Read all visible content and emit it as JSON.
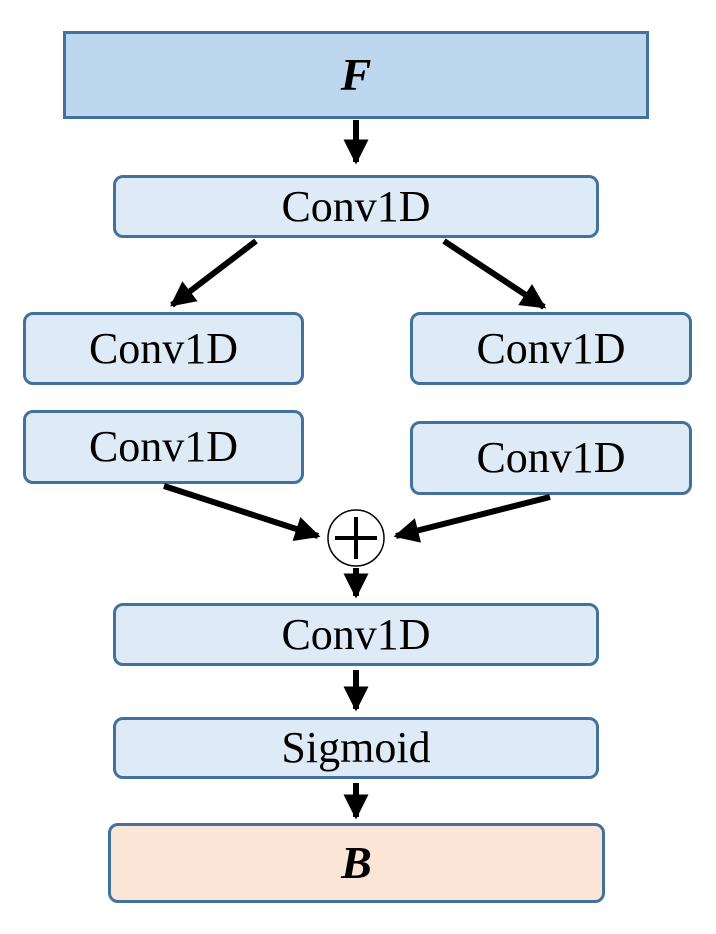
{
  "diagram": {
    "input_label": "F",
    "output_label": "B",
    "nodes": {
      "conv_top": "Conv1D",
      "conv_left_1": "Conv1D",
      "conv_right_1": "Conv1D",
      "conv_left_2": "Conv1D",
      "conv_right_2": "Conv1D",
      "conv_merge": "Conv1D",
      "sigmoid": "Sigmoid"
    },
    "operator": "sum",
    "colors": {
      "input_fill": "#bdd7ee",
      "layer_fill": "#deebf7",
      "output_fill": "#fbe5d6",
      "border": "#41719c",
      "arrow": "#000000"
    },
    "edges": [
      [
        "input",
        "conv_top"
      ],
      [
        "conv_top",
        "conv_left_1"
      ],
      [
        "conv_top",
        "conv_right_1"
      ],
      [
        "conv_left_2",
        "sum"
      ],
      [
        "conv_right_2",
        "sum"
      ],
      [
        "sum",
        "conv_merge"
      ],
      [
        "conv_merge",
        "sigmoid"
      ],
      [
        "sigmoid",
        "output"
      ]
    ]
  }
}
